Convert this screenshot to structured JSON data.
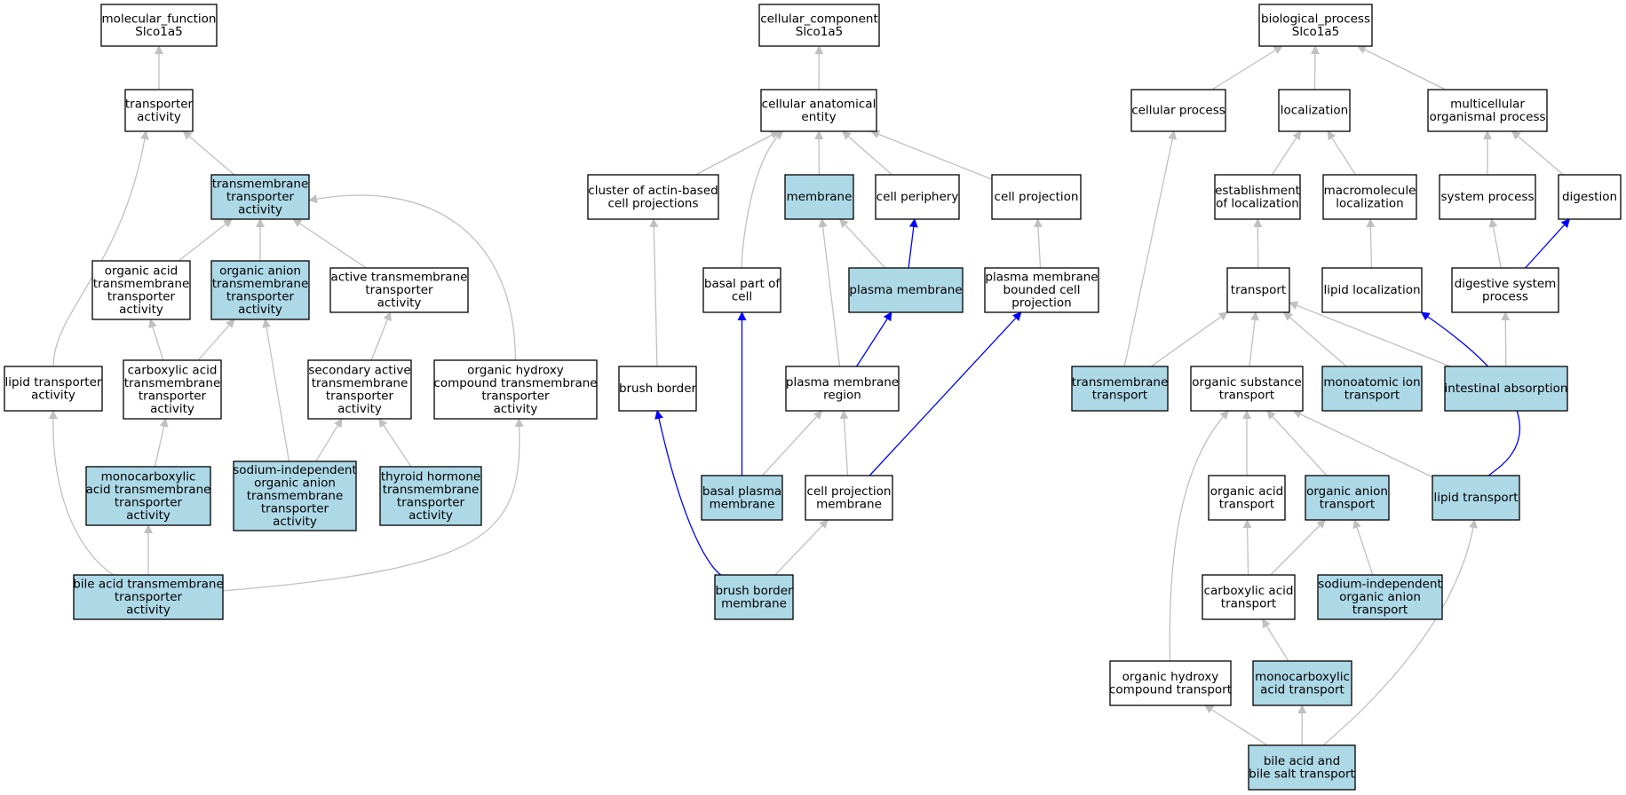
{
  "colors": {
    "highlight": "#add8e6",
    "plain": "#ffffff",
    "edge_gray": "#c0c0c0",
    "edge_blue": "#0000ff"
  },
  "nodes": {
    "mf": {
      "lines": [
        "molecular_function",
        "Slco1a5"
      ],
      "hl": false
    },
    "tr_act": {
      "lines": [
        "transporter",
        "activity"
      ],
      "hl": false
    },
    "tm_tr_act": {
      "lines": [
        "transmembrane",
        "transporter",
        "activity"
      ],
      "hl": true
    },
    "oa_tm": {
      "lines": [
        "organic acid",
        "transmembrane",
        "transporter",
        "activity"
      ],
      "hl": false
    },
    "oan_tm": {
      "lines": [
        "organic anion",
        "transmembrane",
        "transporter",
        "activity"
      ],
      "hl": true
    },
    "act_tm": {
      "lines": [
        "active transmembrane",
        "transporter",
        "activity"
      ],
      "hl": false
    },
    "lip_tr_act": {
      "lines": [
        "lipid transporter",
        "activity"
      ],
      "hl": false
    },
    "carb_tm": {
      "lines": [
        "carboxylic acid",
        "transmembrane",
        "transporter",
        "activity"
      ],
      "hl": false
    },
    "sec_act": {
      "lines": [
        "secondary active",
        "transmembrane",
        "transporter",
        "activity"
      ],
      "hl": false
    },
    "oh_tm": {
      "lines": [
        "organic hydroxy",
        "compound transmembrane",
        "transporter",
        "activity"
      ],
      "hl": false
    },
    "mono_tm": {
      "lines": [
        "monocarboxylic",
        "acid transmembrane",
        "transporter",
        "activity"
      ],
      "hl": true
    },
    "sodium_tm": {
      "lines": [
        "sodium-independent",
        "organic anion",
        "transmembrane",
        "transporter",
        "activity"
      ],
      "hl": true
    },
    "thyroid_tm": {
      "lines": [
        "thyroid hormone",
        "transmembrane",
        "transporter",
        "activity"
      ],
      "hl": true
    },
    "bile_tm": {
      "lines": [
        "bile acid transmembrane",
        "transporter",
        "activity"
      ],
      "hl": true
    },
    "cc": {
      "lines": [
        "cellular_component",
        "Slco1a5"
      ],
      "hl": false
    },
    "cae": {
      "lines": [
        "cellular anatomical",
        "entity"
      ],
      "hl": false
    },
    "cluster": {
      "lines": [
        "cluster of actin-based",
        "cell projections"
      ],
      "hl": false
    },
    "membrane": {
      "lines": [
        "membrane"
      ],
      "hl": true
    },
    "periphery": {
      "lines": [
        "cell periphery"
      ],
      "hl": false
    },
    "projection": {
      "lines": [
        "cell projection"
      ],
      "hl": false
    },
    "basal_part": {
      "lines": [
        "basal part of",
        "cell"
      ],
      "hl": false
    },
    "plasma_mem": {
      "lines": [
        "plasma membrane"
      ],
      "hl": true
    },
    "pm_bounded": {
      "lines": [
        "plasma membrane",
        "bounded cell",
        "projection"
      ],
      "hl": false
    },
    "brush_border": {
      "lines": [
        "brush border"
      ],
      "hl": false
    },
    "pm_region": {
      "lines": [
        "plasma membrane",
        "region"
      ],
      "hl": false
    },
    "basal_pm": {
      "lines": [
        "basal plasma",
        "membrane"
      ],
      "hl": true
    },
    "cp_mem": {
      "lines": [
        "cell projection",
        "membrane"
      ],
      "hl": false
    },
    "bb_mem": {
      "lines": [
        "brush border",
        "membrane"
      ],
      "hl": true
    },
    "bp": {
      "lines": [
        "biological_process",
        "Slco1a5"
      ],
      "hl": false
    },
    "cell_proc": {
      "lines": [
        "cellular process"
      ],
      "hl": false
    },
    "localization": {
      "lines": [
        "localization"
      ],
      "hl": false
    },
    "multicell": {
      "lines": [
        "multicellular",
        "organismal process"
      ],
      "hl": false
    },
    "est_loc": {
      "lines": [
        "establishment",
        "of localization"
      ],
      "hl": false
    },
    "macro_loc": {
      "lines": [
        "macromolecule",
        "localization"
      ],
      "hl": false
    },
    "sys_proc": {
      "lines": [
        "system process"
      ],
      "hl": false
    },
    "digestion": {
      "lines": [
        "digestion"
      ],
      "hl": false
    },
    "transport": {
      "lines": [
        "transport"
      ],
      "hl": false
    },
    "lipid_loc": {
      "lines": [
        "lipid localization"
      ],
      "hl": false
    },
    "dig_sys": {
      "lines": [
        "digestive system",
        "process"
      ],
      "hl": false
    },
    "tm_transport": {
      "lines": [
        "transmembrane",
        "transport"
      ],
      "hl": true
    },
    "org_sub": {
      "lines": [
        "organic substance",
        "transport"
      ],
      "hl": false
    },
    "monoatomic": {
      "lines": [
        "monoatomic ion",
        "transport"
      ],
      "hl": true
    },
    "intestinal": {
      "lines": [
        "intestinal absorption"
      ],
      "hl": true
    },
    "oa_transport": {
      "lines": [
        "organic acid",
        "transport"
      ],
      "hl": false
    },
    "oan_transport": {
      "lines": [
        "organic anion",
        "transport"
      ],
      "hl": true
    },
    "lipid_transport": {
      "lines": [
        "lipid transport"
      ],
      "hl": true
    },
    "carb_transport": {
      "lines": [
        "carboxylic acid",
        "transport"
      ],
      "hl": false
    },
    "sodium_transport": {
      "lines": [
        "sodium-independent",
        "organic anion",
        "transport"
      ],
      "hl": true
    },
    "oh_transport": {
      "lines": [
        "organic hydroxy",
        "compound transport"
      ],
      "hl": false
    },
    "mono_transport": {
      "lines": [
        "monocarboxylic",
        "acid transport"
      ],
      "hl": true
    },
    "bile_transport": {
      "lines": [
        "bile acid and",
        "bile salt transport"
      ],
      "hl": true
    }
  },
  "edges": [
    {
      "from": "tr_act",
      "to": "mf"
    },
    {
      "from": "tm_tr_act",
      "to": "tr_act"
    },
    {
      "from": "lip_tr_act",
      "to": "tr_act"
    },
    {
      "from": "oa_tm",
      "to": "tm_tr_act"
    },
    {
      "from": "oan_tm",
      "to": "tm_tr_act"
    },
    {
      "from": "act_tm",
      "to": "tm_tr_act"
    },
    {
      "from": "oh_tm",
      "to": "tm_tr_act"
    },
    {
      "from": "carb_tm",
      "to": "oa_tm"
    },
    {
      "from": "carb_tm",
      "to": "oan_tm"
    },
    {
      "from": "sodium_tm",
      "to": "oan_tm"
    },
    {
      "from": "sec_act",
      "to": "act_tm"
    },
    {
      "from": "mono_tm",
      "to": "carb_tm"
    },
    {
      "from": "sodium_tm",
      "to": "sec_act"
    },
    {
      "from": "thyroid_tm",
      "to": "sec_act"
    },
    {
      "from": "bile_tm",
      "to": "mono_tm"
    },
    {
      "from": "bile_tm",
      "to": "lip_tr_act"
    },
    {
      "from": "bile_tm",
      "to": "oh_tm"
    },
    {
      "from": "cae",
      "to": "cc"
    },
    {
      "from": "cluster",
      "to": "cae"
    },
    {
      "from": "membrane",
      "to": "cae"
    },
    {
      "from": "periphery",
      "to": "cae"
    },
    {
      "from": "projection",
      "to": "cae"
    },
    {
      "from": "basal_part",
      "to": "cae"
    },
    {
      "from": "plasma_mem",
      "to": "membrane"
    },
    {
      "from": "plasma_mem",
      "to": "periphery",
      "blue": true
    },
    {
      "from": "pm_region",
      "to": "membrane"
    },
    {
      "from": "pm_region",
      "to": "plasma_mem",
      "blue": true
    },
    {
      "from": "pm_bounded",
      "to": "projection"
    },
    {
      "from": "brush_border",
      "to": "cluster"
    },
    {
      "from": "basal_pm",
      "to": "basal_part",
      "blue": true
    },
    {
      "from": "basal_pm",
      "to": "pm_region"
    },
    {
      "from": "cp_mem",
      "to": "pm_region"
    },
    {
      "from": "cp_mem",
      "to": "pm_bounded",
      "blue": true
    },
    {
      "from": "bb_mem",
      "to": "cp_mem"
    },
    {
      "from": "bb_mem",
      "to": "brush_border",
      "blue": true
    },
    {
      "from": "cell_proc",
      "to": "bp"
    },
    {
      "from": "localization",
      "to": "bp"
    },
    {
      "from": "multicell",
      "to": "bp"
    },
    {
      "from": "est_loc",
      "to": "localization"
    },
    {
      "from": "macro_loc",
      "to": "localization"
    },
    {
      "from": "sys_proc",
      "to": "multicell"
    },
    {
      "from": "digestion",
      "to": "multicell"
    },
    {
      "from": "transport",
      "to": "est_loc"
    },
    {
      "from": "lipid_loc",
      "to": "macro_loc"
    },
    {
      "from": "dig_sys",
      "to": "sys_proc"
    },
    {
      "from": "dig_sys",
      "to": "digestion",
      "blue": true
    },
    {
      "from": "tm_transport",
      "to": "cell_proc"
    },
    {
      "from": "tm_transport",
      "to": "transport"
    },
    {
      "from": "org_sub",
      "to": "transport"
    },
    {
      "from": "monoatomic",
      "to": "transport"
    },
    {
      "from": "intestinal",
      "to": "transport"
    },
    {
      "from": "intestinal",
      "to": "dig_sys"
    },
    {
      "from": "oa_transport",
      "to": "org_sub"
    },
    {
      "from": "oan_transport",
      "to": "org_sub"
    },
    {
      "from": "lipid_transport",
      "to": "org_sub"
    },
    {
      "from": "lipid_transport",
      "to": "lipid_loc",
      "blue": true
    },
    {
      "from": "carb_transport",
      "to": "oa_transport"
    },
    {
      "from": "carb_transport",
      "to": "oan_transport"
    },
    {
      "from": "sodium_transport",
      "to": "oan_transport"
    },
    {
      "from": "oh_transport",
      "to": "org_sub"
    },
    {
      "from": "mono_transport",
      "to": "carb_transport"
    },
    {
      "from": "bile_transport",
      "to": "mono_transport"
    },
    {
      "from": "bile_transport",
      "to": "oh_transport"
    },
    {
      "from": "bile_transport",
      "to": "lipid_transport"
    }
  ]
}
